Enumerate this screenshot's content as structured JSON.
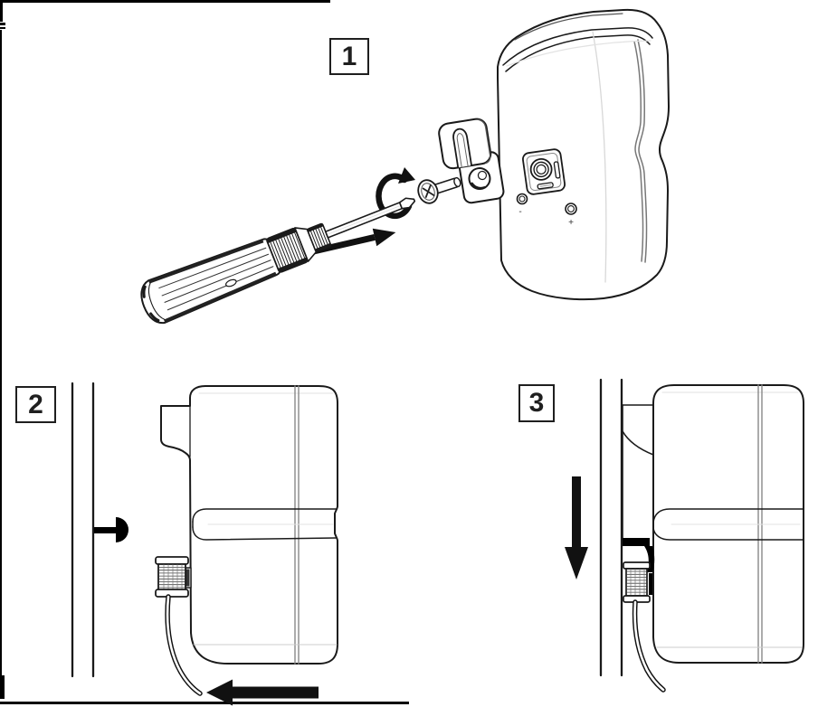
{
  "page": {
    "background": "#ffffff",
    "ink": "#1a1a1a",
    "mid_gray": "#8a8a8a",
    "faint_gray": "#d8d8d8"
  },
  "steps": [
    {
      "number": "1"
    },
    {
      "number": "2"
    },
    {
      "number": "3"
    }
  ],
  "device_back_panel": {
    "minus_mark": "-",
    "plus_mark": "+"
  }
}
